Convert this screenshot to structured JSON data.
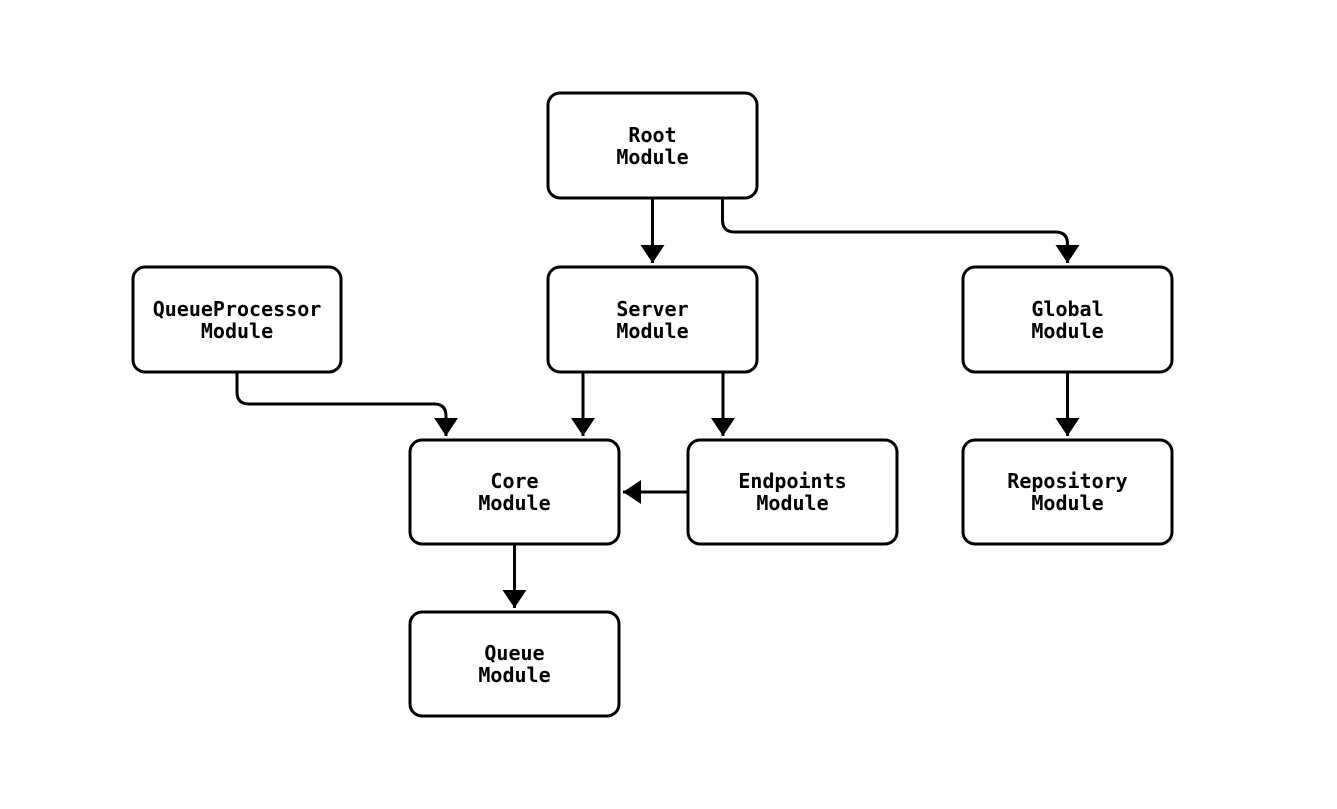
{
  "diagram": {
    "type": "flowchart",
    "orientation": "top-down",
    "colors": {
      "background": "#ffffff",
      "node_fill": "#ffffff",
      "node_border": "#000000",
      "edge": "#000000",
      "text": "#000000"
    },
    "nodes": [
      {
        "id": "root",
        "line1": "Root",
        "line2": "Module"
      },
      {
        "id": "server",
        "line1": "Server",
        "line2": "Module"
      },
      {
        "id": "global",
        "line1": "Global",
        "line2": "Module"
      },
      {
        "id": "queueprocessor",
        "line1": "QueueProcessor",
        "line2": "Module"
      },
      {
        "id": "core",
        "line1": "Core",
        "line2": "Module"
      },
      {
        "id": "endpoints",
        "line1": "Endpoints",
        "line2": "Module"
      },
      {
        "id": "repository",
        "line1": "Repository",
        "line2": "Module"
      },
      {
        "id": "queue",
        "line1": "Queue",
        "line2": "Module"
      }
    ],
    "edges": [
      {
        "from": "Root Module",
        "to": "Server Module"
      },
      {
        "from": "Root Module",
        "to": "Global Module"
      },
      {
        "from": "QueueProcessor Module",
        "to": "Core Module"
      },
      {
        "from": "Server Module",
        "to": "Core Module"
      },
      {
        "from": "Server Module",
        "to": "Endpoints Module"
      },
      {
        "from": "Endpoints Module",
        "to": "Core Module"
      },
      {
        "from": "Global Module",
        "to": "Repository Module"
      },
      {
        "from": "Core Module",
        "to": "Queue Module"
      }
    ]
  }
}
